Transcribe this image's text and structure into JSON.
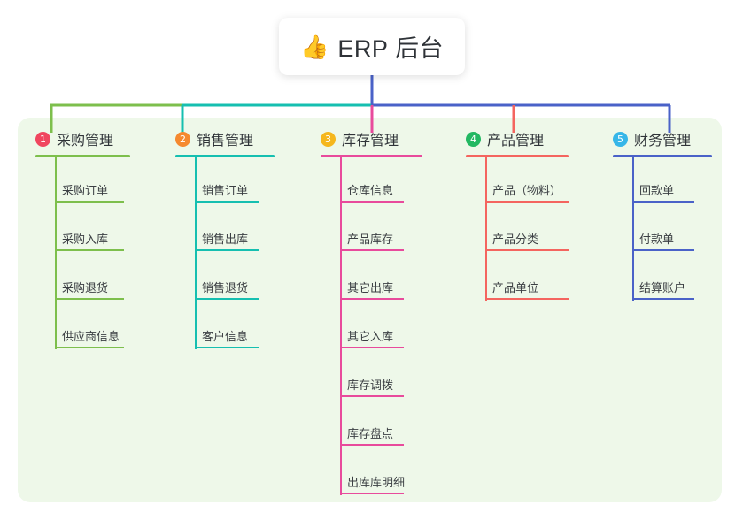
{
  "diagram": {
    "type": "mindmap-tree",
    "background_color": "#ffffff",
    "panel_color": "#eef8e9",
    "root": {
      "icon": "thumbs-up-emoji",
      "icon_glyph": "👍",
      "title": "ERP 后台"
    },
    "branches": [
      {
        "number": "1",
        "title": "采购管理",
        "color": "#7dbf4c",
        "badge_color": "#f0465f",
        "items": [
          "采购订单",
          "采购入库",
          "采购退货",
          "供应商信息"
        ]
      },
      {
        "number": "2",
        "title": "销售管理",
        "color": "#16bfb0",
        "badge_color": "#f5892f",
        "items": [
          "销售订单",
          "销售出库",
          "销售退货",
          "客户信息"
        ]
      },
      {
        "number": "3",
        "title": "库存管理",
        "color": "#e84b9c",
        "badge_color": "#f5b71d",
        "items": [
          "仓库信息",
          "产品库存",
          "其它出库",
          "其它入库",
          "库存调拨",
          "库存盘点",
          "出库库明细"
        ]
      },
      {
        "number": "4",
        "title": "产品管理",
        "color": "#f4655f",
        "badge_color": "#23b862",
        "items": [
          "产品（物料）",
          "产品分类",
          "产品单位"
        ]
      },
      {
        "number": "5",
        "title": "财务管理",
        "color": "#4a62c8",
        "badge_color": "#36b6e8",
        "items": [
          "回款单",
          "付款单",
          "结算账户"
        ]
      }
    ]
  }
}
